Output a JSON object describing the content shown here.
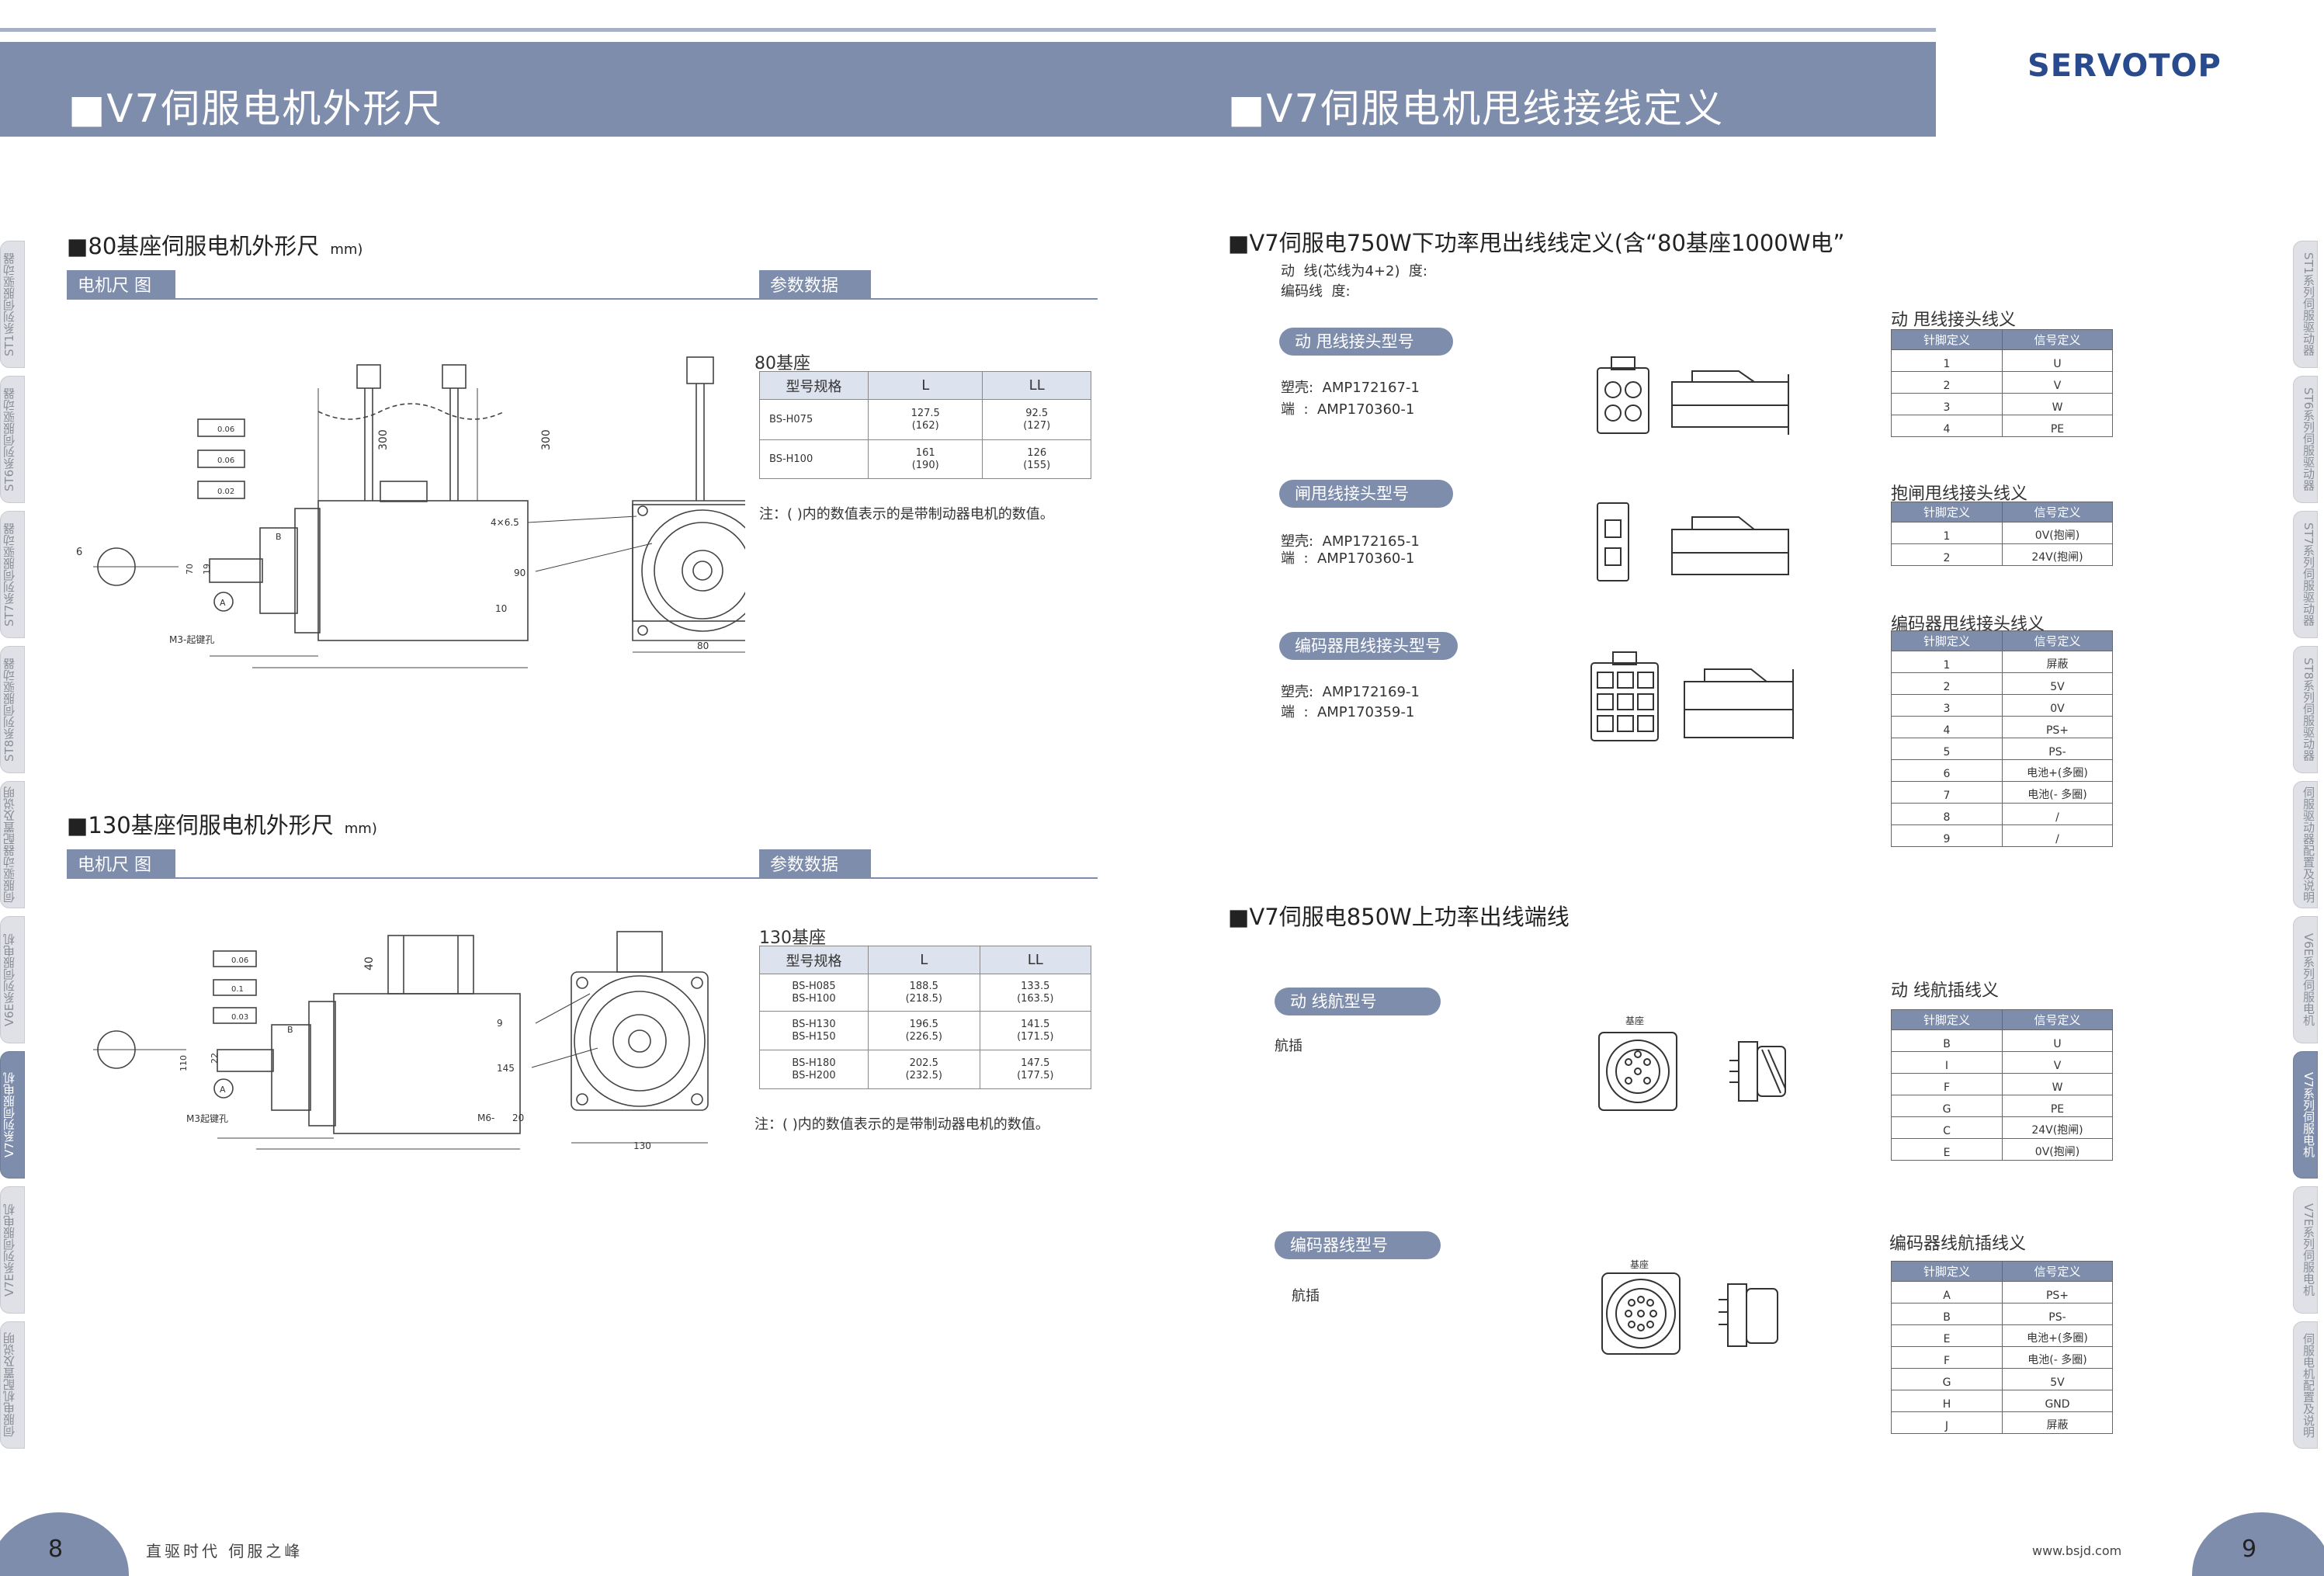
{
  "brand": "SERVOTOP",
  "left_page": {
    "title": "■V7伺服电机外形尺",
    "section80": {
      "title": "■80基座伺服电机外形尺",
      "unit": "mm)",
      "tag_drawing": "电机尺  图",
      "tag_params": "参数数据",
      "table_title": "80基座",
      "headers": [
        "型号规格",
        "L",
        "LL"
      ],
      "rows": [
        {
          "model": "BS-H075",
          "l": "127.5",
          "l2": "(162)",
          "ll": "92.5",
          "ll2": "(127)"
        },
        {
          "model": "BS-H100",
          "l": "161",
          "l2": "(190)",
          "ll": "126",
          "ll2": "(155)"
        }
      ],
      "note": "注：( )内的数值表示的是带制动器电机的数值。",
      "dims": {
        "d1": "300",
        "d2": "300",
        "holes": "4×6.5",
        "pcd": "90",
        "depth": "10",
        "flange": "80",
        "shaft": "6",
        "d70": "70",
        "d19": "19",
        "tol1": "0.06",
        "tol2": "0.06",
        "tol3": "0.02",
        "bolt": "M3-起键孔",
        "a": "A",
        "b": "B"
      }
    },
    "section130": {
      "title": "■130基座伺服电机外形尺",
      "unit": "mm)",
      "tag_drawing": "电机尺  图",
      "tag_params": "参数数据",
      "table_title": "130基座",
      "headers": [
        "型号规格",
        "L",
        "LL"
      ],
      "rows": [
        {
          "model": "BS-H085",
          "model2": "BS-H100",
          "l": "188.5",
          "l2": "(218.5)",
          "ll": "133.5",
          "ll2": "(163.5)"
        },
        {
          "model": "BS-H130",
          "model2": "BS-H150",
          "l": "196.5",
          "l2": "(226.5)",
          "ll": "141.5",
          "ll2": "(171.5)"
        },
        {
          "model": "BS-H180",
          "model2": "BS-H200",
          "l": "202.5",
          "l2": "(232.5)",
          "ll": "147.5",
          "ll2": "(177.5)"
        }
      ],
      "note": "注：( )内的数值表示的是带制动器电机的数值。",
      "dims": {
        "d40": "40",
        "holes": "9",
        "pcd": "145",
        "bolt": "M6-",
        "depth": "20",
        "flange": "130",
        "d110": "110",
        "d22": "22",
        "tol1": "0.06",
        "tol2": "0.1",
        "tol3": "0.03",
        "key": "M3起键孔",
        "a": "A",
        "b": "B"
      }
    },
    "footer": {
      "page": "8",
      "slogan": "直驱时代   伺服之峰"
    }
  },
  "right_page": {
    "title": "■V7伺服电机甩线接线定义",
    "section_low": {
      "title": "■V7伺服电750W下功率甩出线线定义(含“80基座1000W电”",
      "line1": "动  线(芯线为4+2)  度:",
      "line2": "编码线  度:",
      "connectors": [
        {
          "pill": "动  甩线接头型号",
          "shell": "塑壳:  AMP172167-1",
          "term": "端  :  AMP170360-1"
        },
        {
          "pill": "闸甩线接头型号",
          "shell": "塑壳:  AMP172165-1",
          "term": "端  :  AMP170360-1"
        },
        {
          "pill": "编码器甩线接头型号",
          "shell": "塑壳:  AMP172169-1",
          "term": "端  :  AMP170359-1"
        }
      ],
      "tables": [
        {
          "title": "动  甩线接头线义",
          "headers": [
            "针脚定义",
            "信号定义"
          ],
          "rows": [
            [
              "1",
              "U"
            ],
            [
              "2",
              "V"
            ],
            [
              "3",
              "W"
            ],
            [
              "4",
              "PE"
            ]
          ]
        },
        {
          "title": "抱闸甩线接头线义",
          "headers": [
            "针脚定义",
            "信号定义"
          ],
          "rows": [
            [
              "1",
              "0V(抱闸)"
            ],
            [
              "2",
              "24V(抱闸)"
            ]
          ]
        },
        {
          "title": "编码器甩线接头线义",
          "headers": [
            "针脚定义",
            "信号定义"
          ],
          "rows": [
            [
              "1",
              "屏蔽"
            ],
            [
              "2",
              "5V"
            ],
            [
              "3",
              "0V"
            ],
            [
              "4",
              "PS+"
            ],
            [
              "5",
              "PS-"
            ],
            [
              "6",
              "电池+(多圈)"
            ],
            [
              "7",
              "电池(- 多圈)"
            ],
            [
              "8",
              "/"
            ],
            [
              "9",
              "/"
            ]
          ]
        }
      ]
    },
    "section_high": {
      "title": "■V7伺服电850W上功率出线端线",
      "connectors": [
        {
          "pill": "动  线航型号",
          "label": "航插",
          "base_label": "基座"
        },
        {
          "pill": "编码器线型号",
          "label": "航插",
          "base_label": "基座"
        }
      ],
      "tables": [
        {
          "title": "动  线航插线义",
          "headers": [
            "针脚定义",
            "信号定义"
          ],
          "rows": [
            [
              "B",
              "U"
            ],
            [
              "I",
              "V"
            ],
            [
              "F",
              "W"
            ],
            [
              "G",
              "PE"
            ],
            [
              "C",
              "24V(抱闸)"
            ],
            [
              "E",
              "0V(抱闸)"
            ]
          ]
        },
        {
          "title": "编码器线航插线义",
          "headers": [
            "针脚定义",
            "信号定义"
          ],
          "rows": [
            [
              "A",
              "PS+"
            ],
            [
              "B",
              "PS-"
            ],
            [
              "E",
              "电池+(多圈)"
            ],
            [
              "F",
              "电池(- 多圈)"
            ],
            [
              "G",
              "5V"
            ],
            [
              "H",
              "GND"
            ],
            [
              "J",
              "屏蔽"
            ]
          ]
        }
      ]
    },
    "footer": {
      "page": "9",
      "website": "www.bsjd.com"
    }
  },
  "side_tabs": {
    "left": [
      "ST1系列伺服驱动器",
      "ST6系列伺服驱动器",
      "ST7系列伺服驱动器",
      "ST8系列伺服驱动器",
      "伺服驱动器配置及说明",
      "V6E系列伺服电机",
      "V7系列伺服电机",
      "V7E系列伺服电机",
      "伺服电机配置及说明"
    ],
    "right": [
      "ST1系列伺服驱动器",
      "ST6系列伺服驱动器",
      "ST7系列伺服驱动器",
      "ST8系列伺服驱动器",
      "伺服驱动器配置及说明",
      "V6E系列伺服电机",
      "V7系列伺服电机",
      "V7E系列伺服电机",
      "伺服电机配置及说明"
    ],
    "active_index": 6
  },
  "colors": {
    "accent": "#7e8dac",
    "brand": "#2a4a8e"
  }
}
